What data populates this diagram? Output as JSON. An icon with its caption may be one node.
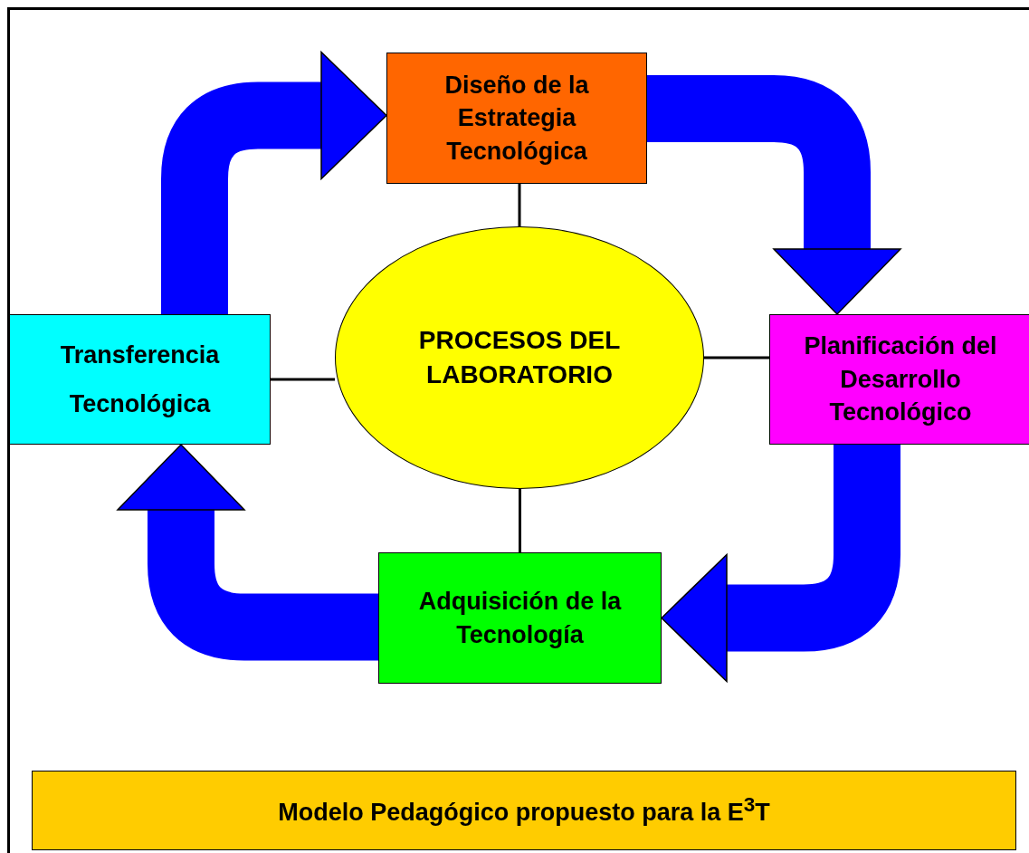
{
  "diagram": {
    "nodes": [
      {
        "text": [
          "Diseño de la Estrategia Tecnológica"
        ]
      },
      {
        "text": [
          "PROCESOS DEL LABORATORIO"
        ]
      },
      {
        "text": [
          "Planificación del Desarrollo Tecnológico"
        ]
      },
      {
        "text": [
          "Adquisición de la Tecnología"
        ]
      },
      {
        "text": [
          "Transferencia Tecnológica"
        ]
      },
      {
        "text": [
          "Modelo Pedagógico propuesto para la E$^{3}$T"
        ]
      }
    ],
    "edges": [
      {
        "from": 0,
        "to": 1,
        "arrow": "none"
      },
      {
        "from": 1,
        "to": 2,
        "arrow": "none"
      },
      {
        "from": 1,
        "to": 3,
        "arrow": "none"
      },
      {
        "from": 4,
        "to": 1,
        "arrow": "none"
      },
      {
        "from": 4,
        "to": 0,
        "arrow": "to",
        "style": "thick",
        "color": "#0000ff"
      },
      {
        "from": 0,
        "to": 2,
        "arrow": "to",
        "style": "thick",
        "color": "#0000ff"
      },
      {
        "from": 2,
        "to": 3,
        "arrow": "to",
        "style": "thick",
        "color": "#0000ff"
      },
      {
        "from": 3,
        "to": 4,
        "arrow": "to",
        "style": "thick",
        "color": "#0000ff"
      }
    ]
  }
}
